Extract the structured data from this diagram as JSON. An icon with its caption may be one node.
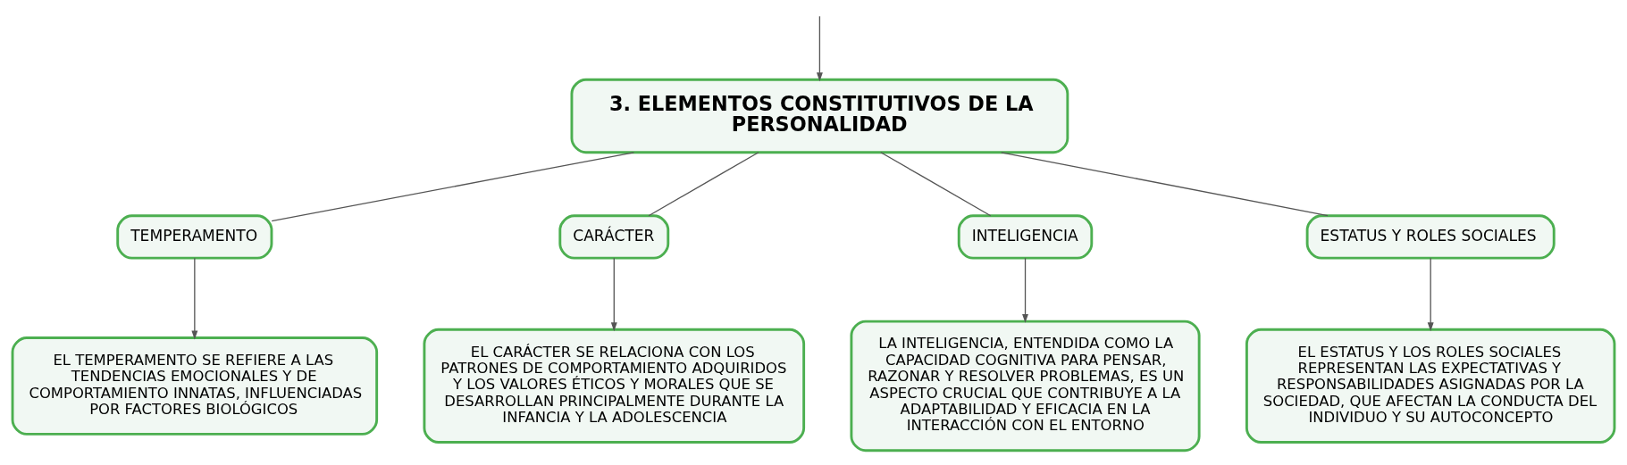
{
  "diagram": {
    "nodes": [
      {
        "text": [
          "3. ELEMENTOS CONSTITUTIVOS DE LA PERSONALIDAD"
        ]
      },
      {
        "text": [
          "TEMPERAMENTO"
        ]
      },
      {
        "text": [
          "CARÁCTER"
        ]
      },
      {
        "text": [
          "INTELIGENCIA"
        ]
      },
      {
        "text": [
          "ESTATUS Y ROLES SOCIALES"
        ]
      },
      {
        "text": [
          "EL TEMPERAMENTO SE REFIERE A LAS TENDENCIAS EMOCIONALES Y DE COMPORTAMIENTO INNATAS, INFLUENCIADAS POR FACTORES BIOLÓGICOS"
        ]
      },
      {
        "text": [
          "EL CARÁCTER SE RELACIONA CON LOS PATRONES DE COMPORTAMIENTO ADQUIRIDOS Y LOS VALORES ÉTICOS Y MORALES QUE SE DESARROLLAN PRINCIPALMENTE DURANTE LA INFANCIA Y LA ADOLESCENCIA"
        ]
      },
      {
        "text": [
          "LA INTELIGENCIA, ENTENDIDA COMO LA CAPACIDAD COGNITIVA PARA PENSAR, RAZONAR Y RESOLVER PROBLEMAS, ES UN ASPECTO CRUCIAL QUE CONTRIBUYE A LA ADAPTABILIDAD Y EFICACIA EN LA INTERACCIÓN CON EL ENTORNO"
        ]
      },
      {
        "text": [
          "EL ESTATUS Y LOS ROLES SOCIALES REPRESENTAN LAS EXPECTATIVAS Y RESPONSABILIDADES ASIGNADAS POR LA SOCIEDAD, QUE AFECTAN LA CONDUCTA DEL INDIVIDUO Y SU AUTOCONCEPTO"
        ]
      }
    ],
    "edges": [
      {
        "from": null,
        "to": 0,
        "arrow": "to"
      },
      {
        "from": 0,
        "to": 1,
        "arrow": "none"
      },
      {
        "from": 0,
        "to": 2,
        "arrow": "none"
      },
      {
        "from": 0,
        "to": 3,
        "arrow": "none"
      },
      {
        "from": 0,
        "to": 4,
        "arrow": "none"
      },
      {
        "from": 1,
        "to": 5,
        "arrow": "to"
      },
      {
        "from": 2,
        "to": 6,
        "arrow": "to"
      },
      {
        "from": 3,
        "to": 7,
        "arrow": "to"
      },
      {
        "from": 4,
        "to": 8,
        "arrow": "to"
      }
    ]
  }
}
